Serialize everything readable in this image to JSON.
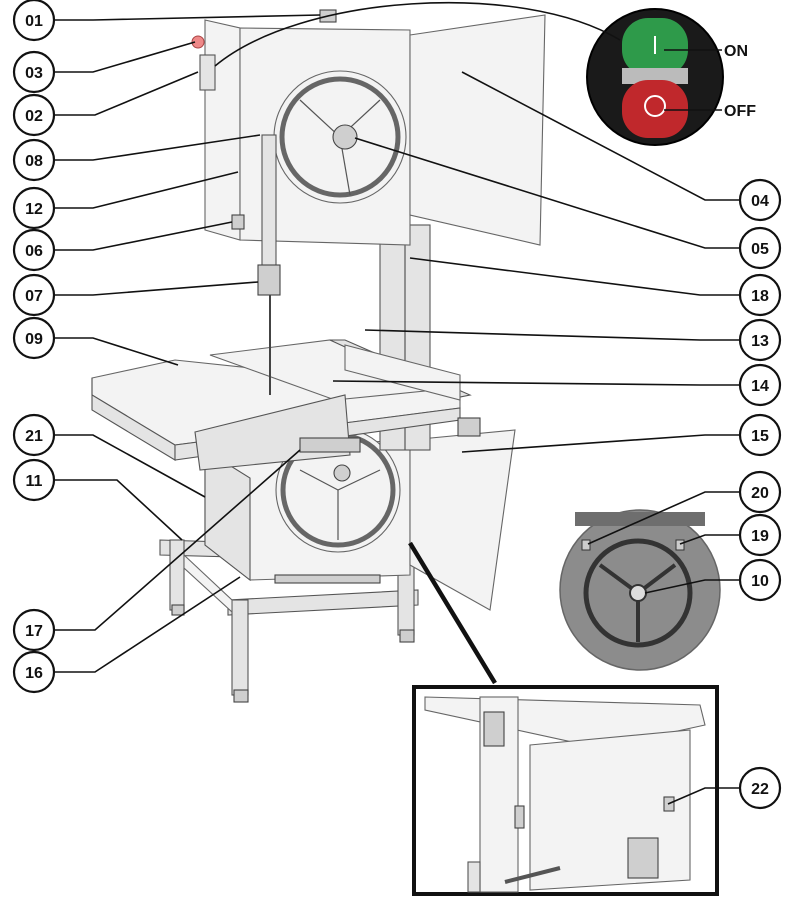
{
  "callouts": [
    {
      "id": "01"
    },
    {
      "id": "03"
    },
    {
      "id": "02"
    },
    {
      "id": "08"
    },
    {
      "id": "12"
    },
    {
      "id": "06"
    },
    {
      "id": "07"
    },
    {
      "id": "09"
    },
    {
      "id": "21"
    },
    {
      "id": "11"
    },
    {
      "id": "17"
    },
    {
      "id": "16"
    },
    {
      "id": "04"
    },
    {
      "id": "05"
    },
    {
      "id": "18"
    },
    {
      "id": "13"
    },
    {
      "id": "14"
    },
    {
      "id": "15"
    },
    {
      "id": "20"
    },
    {
      "id": "19"
    },
    {
      "id": "10"
    },
    {
      "id": "22"
    }
  ],
  "switch": {
    "on_label": "ON",
    "off_label": "OFF",
    "on_color": "#2e9a4a",
    "off_color": "#c0282c"
  }
}
